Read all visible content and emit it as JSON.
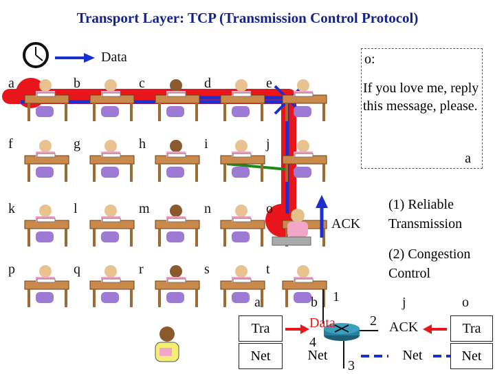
{
  "title": "Transport Layer: TCP (Transmission Control Protocol)",
  "data_label": "Data",
  "message": {
    "header": "o:",
    "body": "If you love me, reply this message, please.",
    "footer": "a"
  },
  "seats": [
    "a",
    "b",
    "c",
    "d",
    "e",
    "f",
    "g",
    "h",
    "i",
    "j",
    "k",
    "l",
    "m",
    "n",
    "o",
    "p",
    "q",
    "r",
    "s",
    "t"
  ],
  "ack_label": "ACK",
  "features": {
    "reliable": "(1) Reliable Transmission",
    "congestion": "(2) Congestion Control"
  },
  "stack": {
    "left_host": "a",
    "left_router": "b",
    "right_router": "j",
    "right_host": "o",
    "transport": "Tra",
    "network": "Net",
    "data": "Data",
    "ack": "ACK",
    "link_1": "1",
    "link_2": "2",
    "link_3": "3",
    "link_4": "4"
  },
  "colors": {
    "title": "#13238a",
    "path_red": "#e8161b",
    "path_blue": "#1a2fd0",
    "green": "#1d8a1d",
    "router": "#2a7f9a"
  }
}
